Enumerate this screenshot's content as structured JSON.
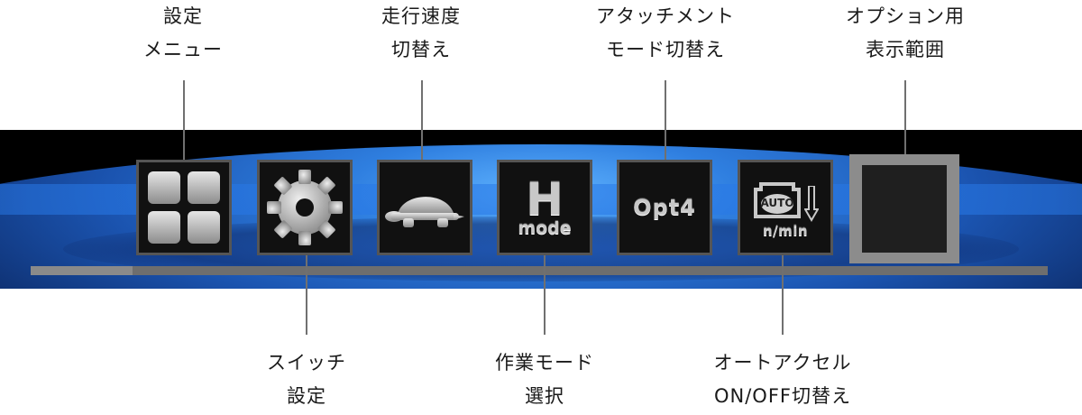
{
  "callouts": [
    {
      "id": "settings-menu",
      "lines": [
        "設定",
        "メニュー"
      ]
    },
    {
      "id": "switch-settings",
      "lines": [
        "スイッチ",
        "設定"
      ]
    },
    {
      "id": "travel-speed",
      "lines": [
        "走行速度",
        "切替え"
      ]
    },
    {
      "id": "work-mode",
      "lines": [
        "作業モード",
        "選択"
      ]
    },
    {
      "id": "attachment-mode",
      "lines": [
        "アタッチメント",
        "モード切替え"
      ]
    },
    {
      "id": "auto-accel",
      "lines": [
        "オートアクセル",
        "ON/OFF切替え"
      ]
    },
    {
      "id": "option-area",
      "lines": [
        "オプション用",
        "表示範囲"
      ]
    }
  ],
  "buttons": {
    "work_mode_letter": "H",
    "work_mode_sub": "mode",
    "attachment_label": "Opt4",
    "auto_accel_badge": "AUTO",
    "auto_accel_unit": "n/min"
  },
  "icons": {
    "menu": "grid-icon",
    "switch": "gear-icon",
    "speed": "turtle-icon",
    "accel": "engine-auto-icon",
    "down_arrow": "arrow-down-icon"
  },
  "scrollbar": {
    "position": 0.0,
    "visible_fraction": 0.1
  },
  "colors": {
    "bar_bg": "#000000",
    "glow": "#2f7fe0",
    "button_bg": "#111111",
    "button_border": "#555555",
    "icon_fill": "#c8c8c8",
    "option_frame": "#8c8c8c",
    "leader_line": "#707070"
  }
}
